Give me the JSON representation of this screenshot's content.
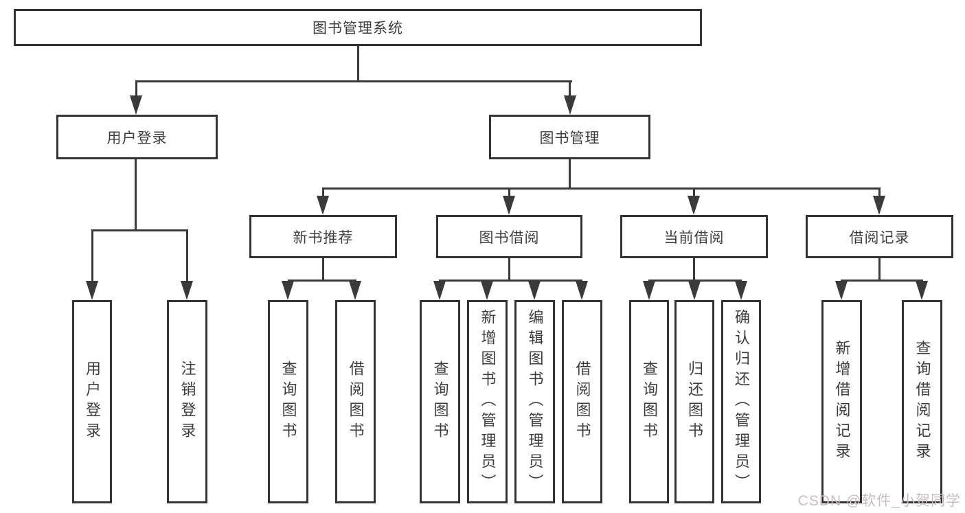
{
  "diagram": {
    "root": "图书管理系统",
    "branches": [
      {
        "label": "用户登录",
        "children": [
          "用户登录",
          "注销登录"
        ]
      },
      {
        "label": "图书管理",
        "sections": [
          {
            "label": "新书推荐",
            "children": [
              "查询图书",
              "借阅图书"
            ]
          },
          {
            "label": "图书借阅",
            "children": [
              "查询图书",
              "新增图书（管理员）",
              "编辑图书（管理员）",
              "借阅图书"
            ]
          },
          {
            "label": "当前借阅",
            "children": [
              "查询图书",
              "归还图书",
              "确认归还（管理员）"
            ]
          },
          {
            "label": "借阅记录",
            "children": [
              "新增借阅记录",
              "查询借阅记录"
            ]
          }
        ]
      }
    ]
  },
  "watermark": {
    "text": "CSDN @软件_小贺同学"
  },
  "colors": {
    "line": "#3a3a3a",
    "box_border": "#333333",
    "text": "#3d3d3d",
    "background": "#ffffff",
    "watermark": "#c9bebe"
  }
}
